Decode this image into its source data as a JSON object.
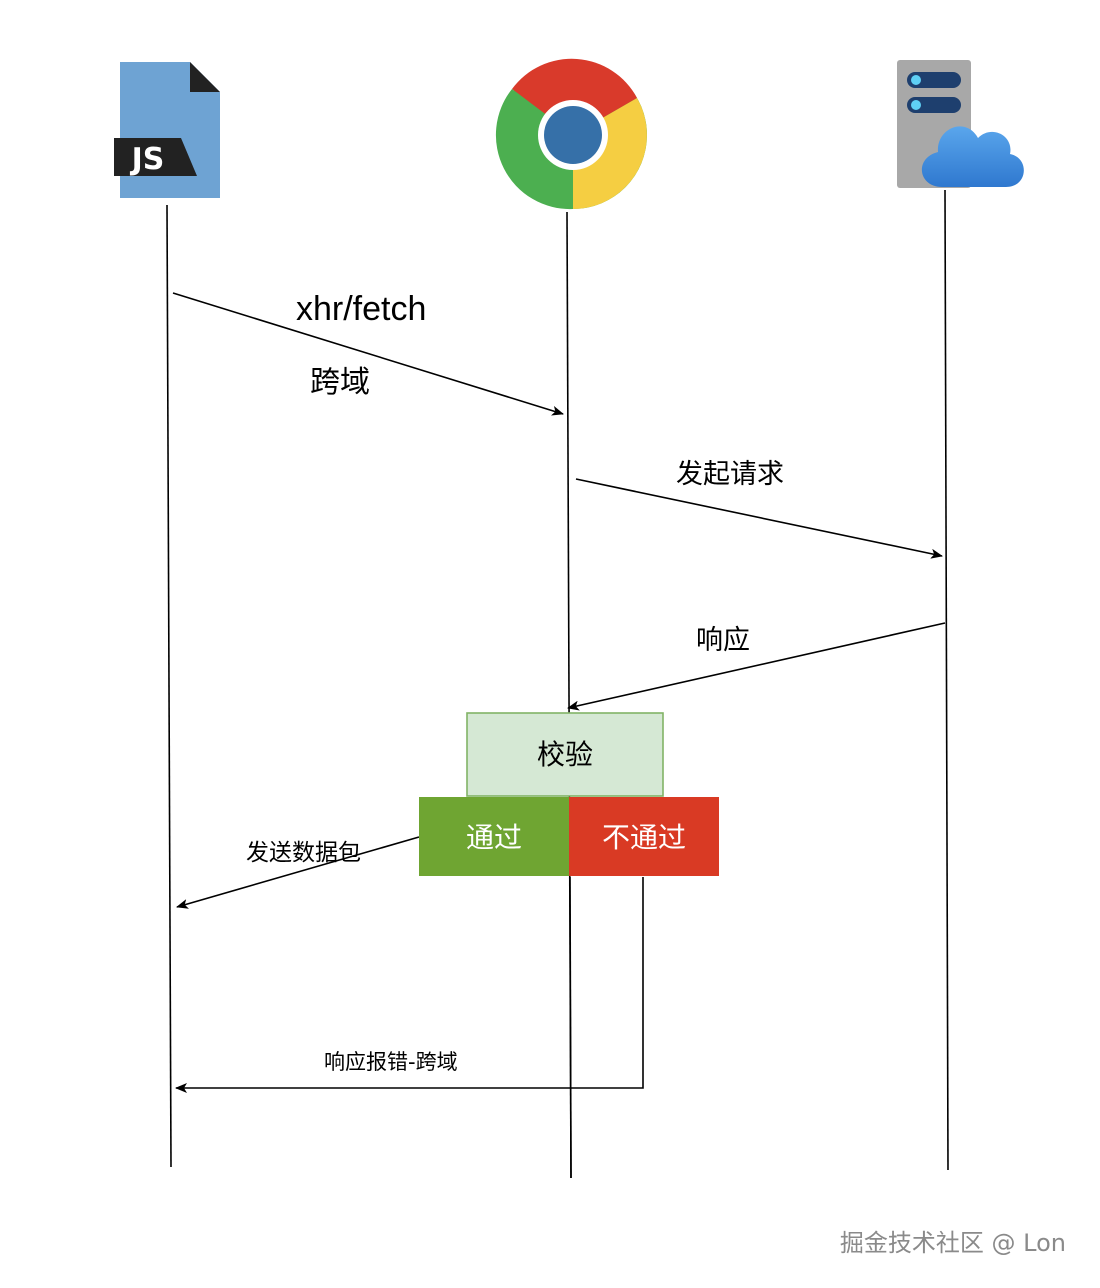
{
  "actors": [
    {
      "id": "js",
      "icon": "js-file-icon",
      "badge_text": "JS"
    },
    {
      "id": "browser",
      "icon": "chrome-browser-icon"
    },
    {
      "id": "server",
      "icon": "cloud-server-icon"
    }
  ],
  "messages": {
    "request_label": "xhr/fetch",
    "cross_origin_label": "跨域",
    "send_request_label": "发起请求",
    "response_label": "响应",
    "send_packet_label": "发送数据包",
    "error_label": "响应报错-跨域"
  },
  "check_box": {
    "label": "校验",
    "fill": "#d5e8d4",
    "stroke": "#82b366"
  },
  "result_boxes": {
    "pass": {
      "label": "通过",
      "fill": "#6fa532"
    },
    "fail": {
      "label": "不通过",
      "fill": "#d93a24"
    }
  },
  "watermark": "掘金技术社区 @ Lon",
  "colors": {
    "line": "#000000",
    "js_blue": "#6ea3d3",
    "chrome_red": "#d93a2b",
    "chrome_yellow": "#f5ce42",
    "chrome_green": "#4caf50",
    "chrome_center": "#3670a8",
    "cloud_blue": "#3f88d6",
    "server_gray": "#a8a8a8"
  }
}
